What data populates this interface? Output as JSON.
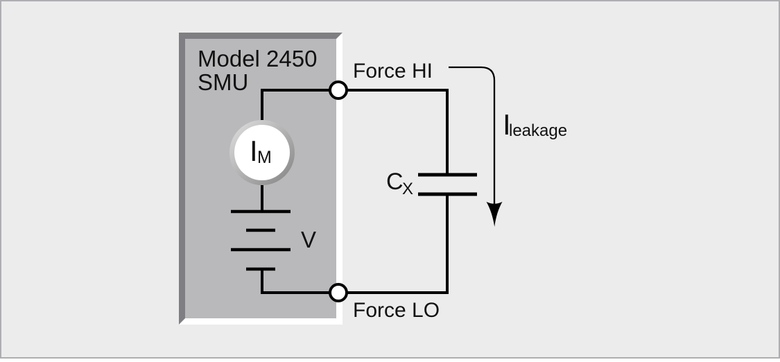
{
  "diagram": {
    "device": {
      "title_line1": "Model 2450",
      "title_line2": "SMU"
    },
    "terminals": {
      "hi": "Force HI",
      "lo": "Force LO"
    },
    "ammeter": {
      "symbol": "I",
      "subscript": "M"
    },
    "source": {
      "label": "V"
    },
    "capacitor": {
      "symbol": "C",
      "subscript": "X"
    },
    "leakage": {
      "symbol": "I",
      "subscript": "leakage"
    },
    "colors": {
      "background": "#ececec",
      "border": "#aeaeb2",
      "box_face": "#b9b9bb",
      "box_bevel_dark": "#7f7f83",
      "box_bevel_light": "#ffffff",
      "wire": "#000000",
      "label": "#111111",
      "terminal_fill": "#ffffff",
      "meter_face": "#ffffff",
      "meter_ring_light": "#dedede",
      "meter_ring_dark": "#868686"
    }
  }
}
